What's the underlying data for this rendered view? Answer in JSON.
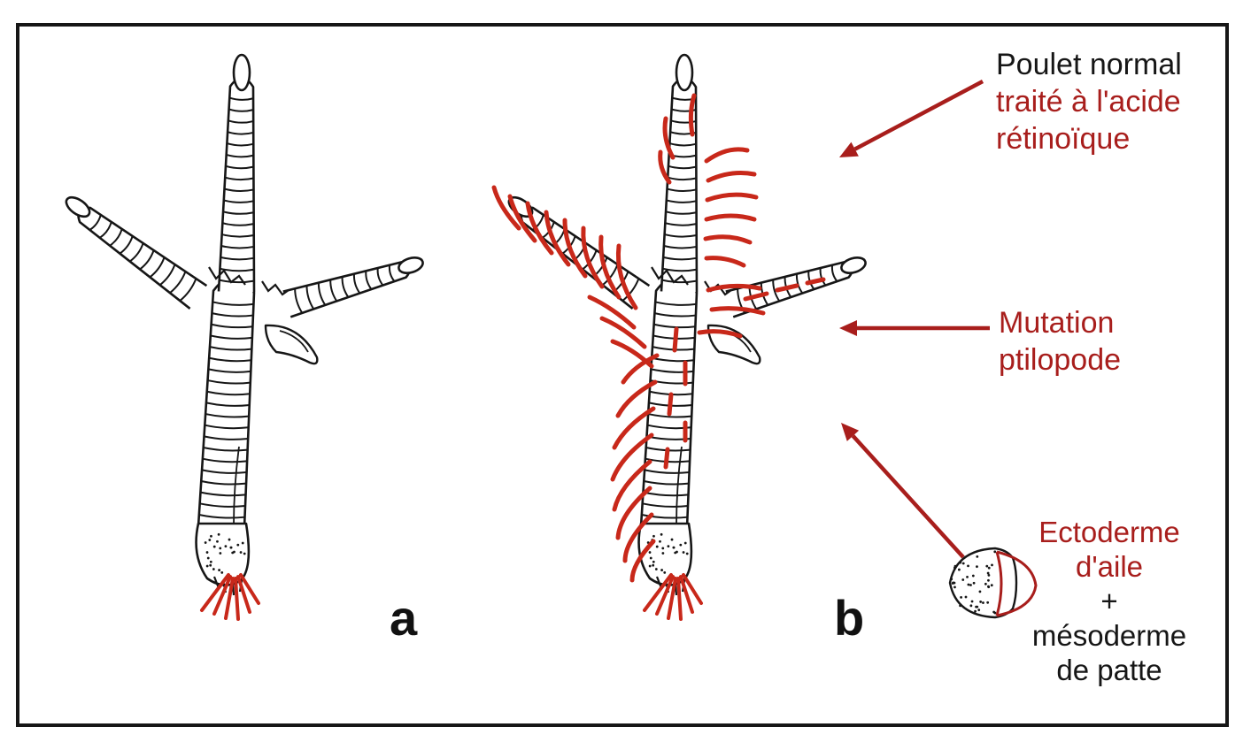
{
  "panel_labels": {
    "a": "a",
    "b": "b"
  },
  "annotations": {
    "treatment": {
      "line1": "Poulet normal",
      "line2": "traité à l'acide",
      "line3": "rétinoïque"
    },
    "mutation": {
      "line1": "Mutation",
      "line2": "ptilopode"
    },
    "graft": {
      "line1": "Ectoderme",
      "line2": "d'aile",
      "plus": "+",
      "line3": "mésoderme",
      "line4": "de patte"
    }
  },
  "colors": {
    "ink": "#161616",
    "annotation_red": "#a81e1c",
    "feather_red": "#c8281a",
    "background": "#ffffff"
  }
}
